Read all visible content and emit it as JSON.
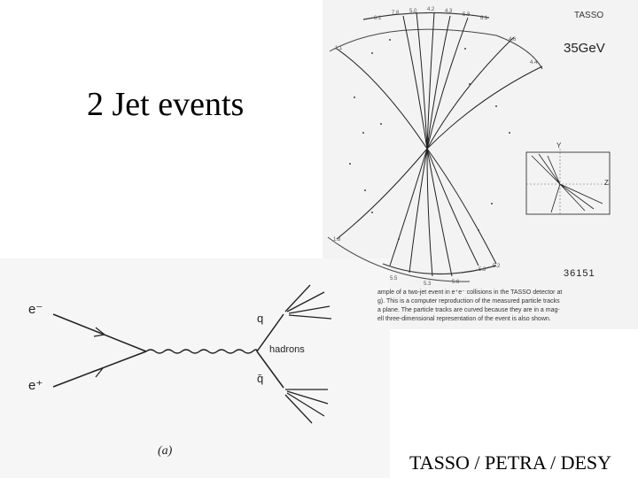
{
  "slide": {
    "title": "2 Jet events",
    "credit": "TASSO / PETRA / DESY"
  },
  "event_display": {
    "detector": "TASSO",
    "energy": "35GeV",
    "run_number": "36151",
    "caption_lines": [
      "ample of a two-jet event in e⁺e⁻ collisions in the TASSO detector at",
      "g). This is a computer reproduction of the measured particle tracks",
      "a plane. The particle tracks are curved because they are in a mag-",
      "ell three-dimensional representation of the event is also shown."
    ],
    "inset_axis_y": "Y",
    "inset_axis_z": "Z"
  },
  "feynman": {
    "electron_in": "e⁻",
    "positron_in": "e⁺",
    "quark": "q",
    "antiquark": "q̄",
    "hadrons": "hadrons",
    "panel_label": "(a)"
  },
  "colors": {
    "ink": "#000000",
    "scan_ink": "#333333",
    "scan_bg": "#f3f3f3"
  }
}
